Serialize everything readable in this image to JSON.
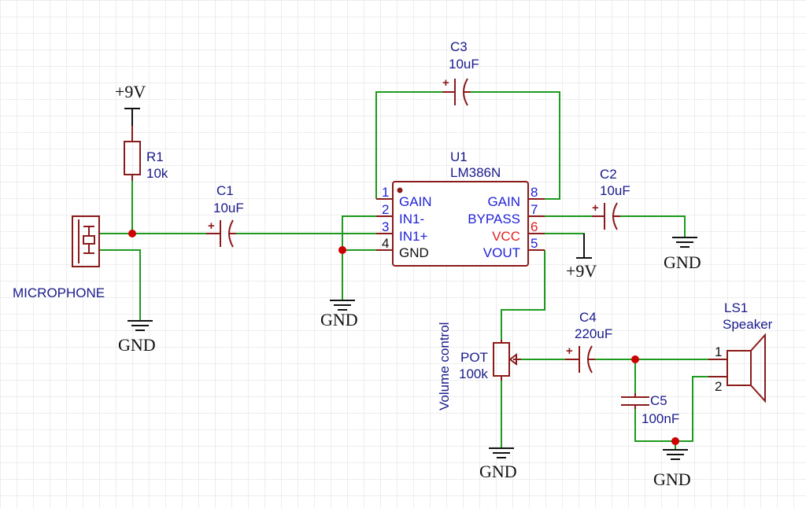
{
  "colors": {
    "background": "#ffffff",
    "grid": "#dcdcdc",
    "wire": "#1e9a1e",
    "component": "#8b1a1a",
    "label": "#1a1a8c",
    "pin_label": "#1f1fd6",
    "vcc_label": "#e02020",
    "junction": "#cc0000"
  },
  "power": {
    "supply_top": "+9V",
    "supply_ic": "+9V",
    "gnd_mic": "GND",
    "gnd_input": "GND",
    "gnd_c2": "GND",
    "gnd_pot": "GND",
    "gnd_speaker": "GND"
  },
  "components": {
    "r1": {
      "ref": "R1",
      "value": "10k"
    },
    "c1": {
      "ref": "C1",
      "value": "10uF"
    },
    "c2": {
      "ref": "C2",
      "value": "10uF"
    },
    "c3": {
      "ref": "C3",
      "value": "10uF"
    },
    "c4": {
      "ref": "C4",
      "value": "220uF"
    },
    "c5": {
      "ref": "C5",
      "value": "100nF"
    },
    "u1": {
      "ref": "U1",
      "value": "LM386N"
    },
    "pot": {
      "ref": "POT",
      "value": "100k",
      "note": "Volume control"
    },
    "ls1": {
      "ref": "LS1",
      "value": "Speaker",
      "pin1": "1",
      "pin2": "2"
    },
    "mic": {
      "name": "MICROPHONE"
    }
  },
  "ic_pins": [
    {
      "num": "1",
      "name": "GAIN"
    },
    {
      "num": "2",
      "name": "IN1-"
    },
    {
      "num": "3",
      "name": "IN1+"
    },
    {
      "num": "4",
      "name": "GND"
    },
    {
      "num": "8",
      "name": "GAIN"
    },
    {
      "num": "7",
      "name": "BYPASS"
    },
    {
      "num": "6",
      "name": "VCC"
    },
    {
      "num": "5",
      "name": "VOUT"
    }
  ]
}
